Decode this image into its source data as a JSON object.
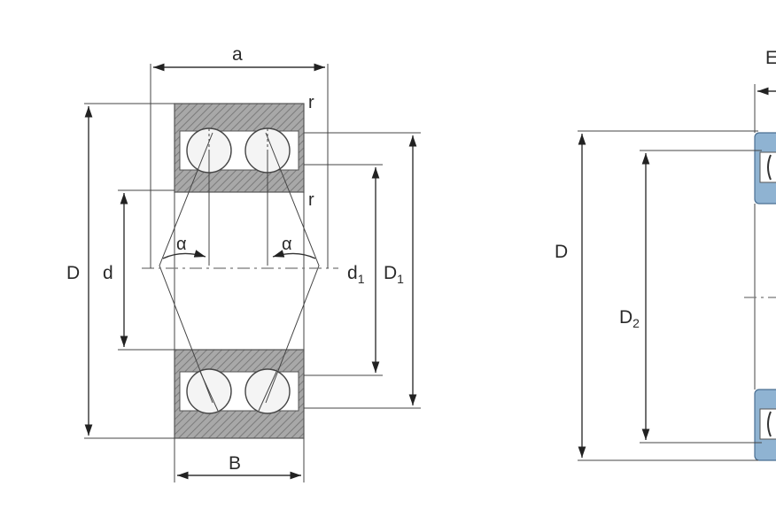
{
  "labels": {
    "a": "a",
    "r": "r",
    "alpha": "α",
    "D": "D",
    "d": "d",
    "d1_main": "d",
    "d1_sub": "1",
    "D1_main": "D",
    "D1_sub": "1",
    "B": "B",
    "D2_main": "D",
    "D2_sub": "2",
    "B_cut": "E"
  },
  "colors": {
    "ring_fill": "#9a9a9a",
    "seal_blue": "#8fb3d2"
  }
}
